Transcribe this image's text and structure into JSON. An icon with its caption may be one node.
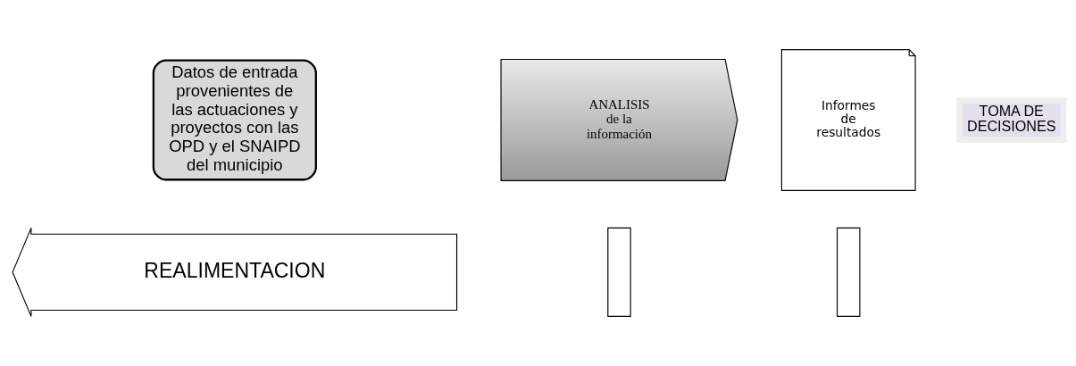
{
  "diagram": {
    "nodes": [
      {
        "text": [
          "Datos de entrada provenientes de las actuaciones y proyectos con las OPD y el SNAIPD del municipio"
        ]
      },
      {
        "text": [
          "ANALISIS de la información"
        ]
      },
      {
        "text": [
          "Informes de resultados"
        ]
      },
      {
        "text": [
          "TOMA DE DECISIONES"
        ]
      },
      {
        "text": [
          "REALIMENTACION"
        ]
      },
      {
        "text": [],
        "shape": "box"
      },
      {
        "text": [],
        "shape": "box"
      }
    ],
    "edges": []
  }
}
